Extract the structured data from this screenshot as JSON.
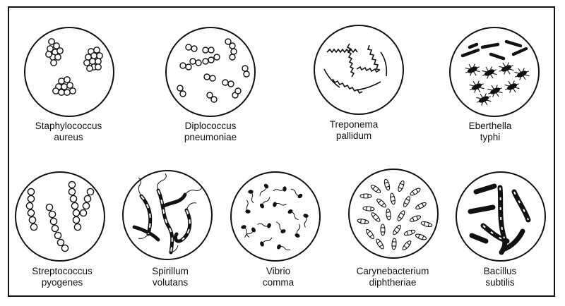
{
  "organisms": [
    {
      "id": "staphylococcus",
      "line1": "Staphylococcus",
      "line2": "aureus"
    },
    {
      "id": "diplococcus",
      "line1": "Diplococcus",
      "line2": "pneumoniae"
    },
    {
      "id": "treponema",
      "line1": "Treponema",
      "line2": "pallidum"
    },
    {
      "id": "eberthella",
      "line1": "Eberthella",
      "line2": "typhi"
    },
    {
      "id": "streptococcus",
      "line1": "Streptococcus",
      "line2": "pyogenes"
    },
    {
      "id": "spirillum",
      "line1": "Spirillum",
      "line2": "volutans"
    },
    {
      "id": "vibrio",
      "line1": "Vibrio",
      "line2": "comma"
    },
    {
      "id": "carynebacterium",
      "line1": "Carynebacterium",
      "line2": "diphtheriae"
    },
    {
      "id": "bacillus",
      "line1": "Bacillus",
      "line2": "subtilis"
    }
  ]
}
